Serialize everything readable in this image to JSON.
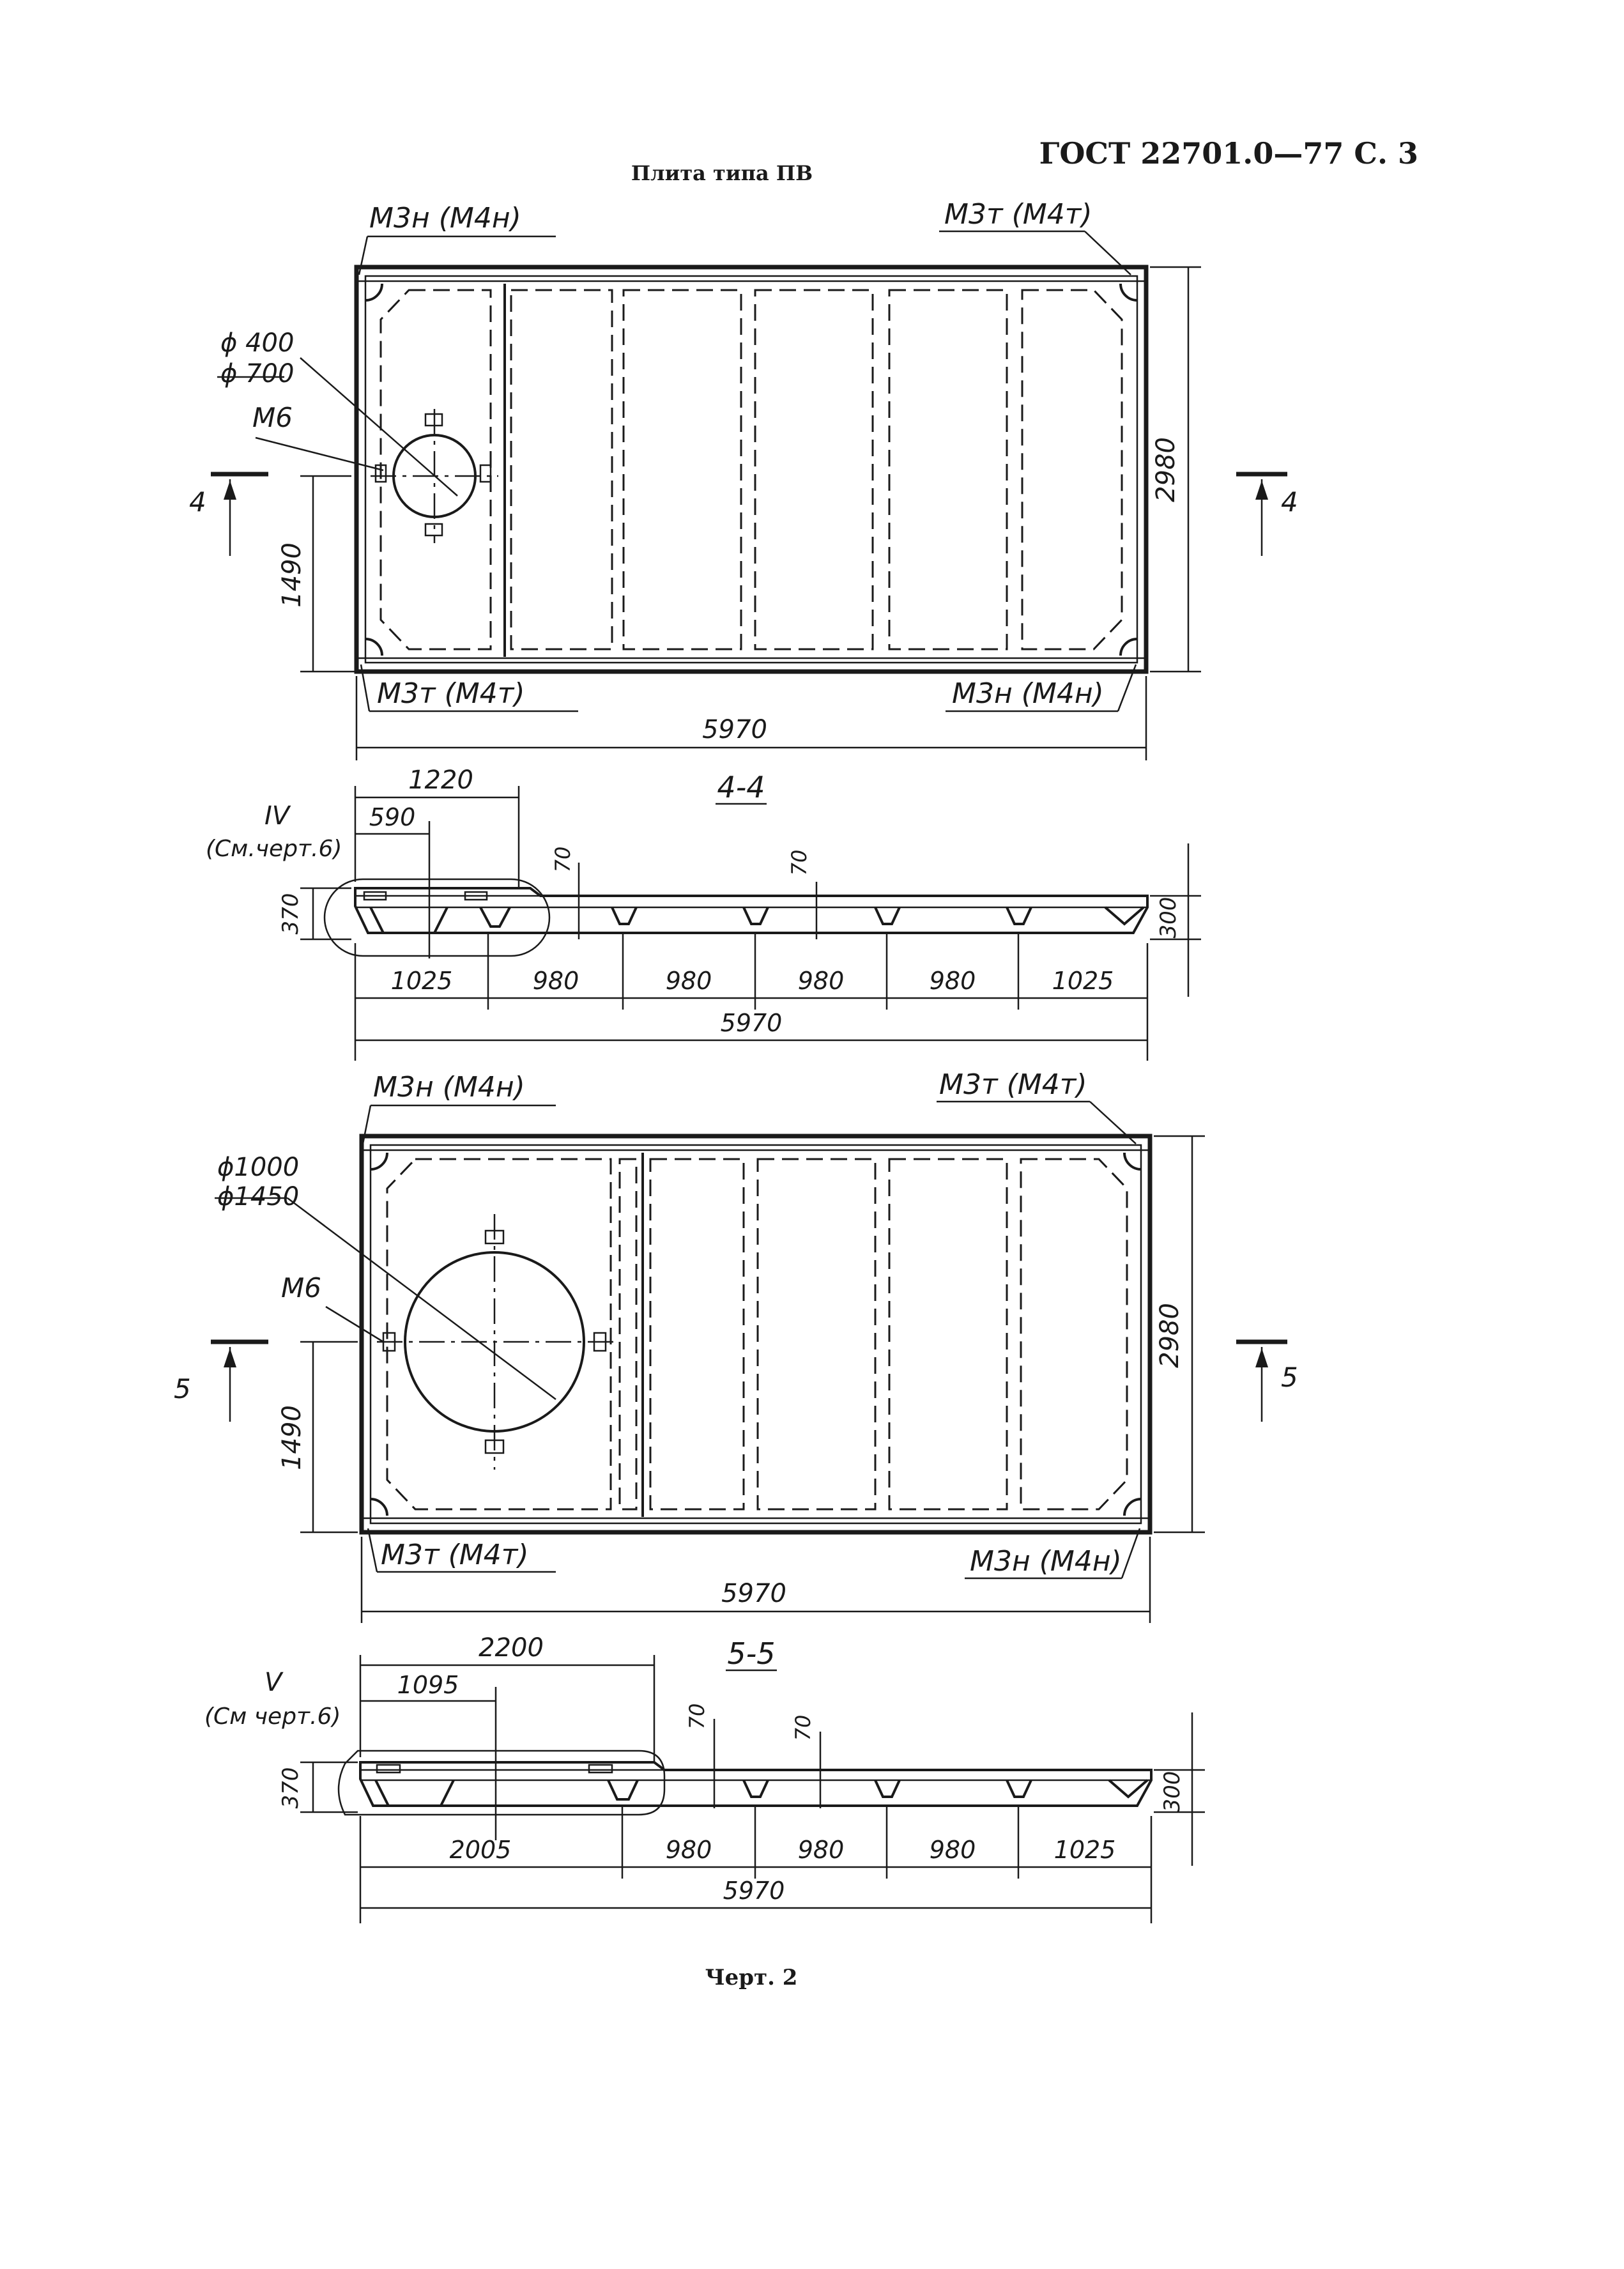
{
  "header": {
    "standard": "ГОСТ 22701.0—77 С. 3",
    "title": "Плита типа ПВ",
    "caption": "Черт. 2"
  },
  "plan1": {
    "label_top_left": "M3н (M4н)",
    "label_top_right": "M3т (M4т)",
    "label_bottom_left": "M3т (M4т)",
    "label_bottom_right": "M3н (M4н)",
    "dia_small": "ϕ 400",
    "dia_large": "ϕ 700",
    "insert": "M6",
    "dim_height": "2980",
    "dim_offset": "1490",
    "dim_length": "5970",
    "cut_mark": "4"
  },
  "section1": {
    "title": "4-4",
    "node": "IV",
    "node_ref": "(См.черт.6)",
    "dim_top_a": "1220",
    "dim_top_b": "590",
    "dim_depth": "370",
    "dim_rib": "70",
    "dim_rib2": "70",
    "dim_thk": "300",
    "spans": [
      "1025",
      "980",
      "980",
      "980",
      "980",
      "1025"
    ],
    "dim_total": "5970"
  },
  "plan2": {
    "label_top_left": "M3н (M4н)",
    "label_top_right": "M3т (M4т)",
    "label_bottom_left": "M3т (M4т)",
    "label_bottom_right": "M3н (M4н)",
    "dia_small": "ϕ1000",
    "dia_large": "ϕ1450",
    "insert": "M6",
    "dim_height": "2980",
    "dim_offset": "1490",
    "dim_length": "5970",
    "cut_mark": "5"
  },
  "section2": {
    "title": "5-5",
    "node": "V",
    "node_ref": "(См черт.6)",
    "dim_top_a": "2200",
    "dim_top_b": "1095",
    "dim_depth": "370",
    "dim_rib": "70",
    "dim_rib2": "70",
    "dim_thk": "300",
    "spans": [
      "2005",
      "980",
      "980",
      "980",
      "1025"
    ],
    "dim_total": "5970"
  }
}
